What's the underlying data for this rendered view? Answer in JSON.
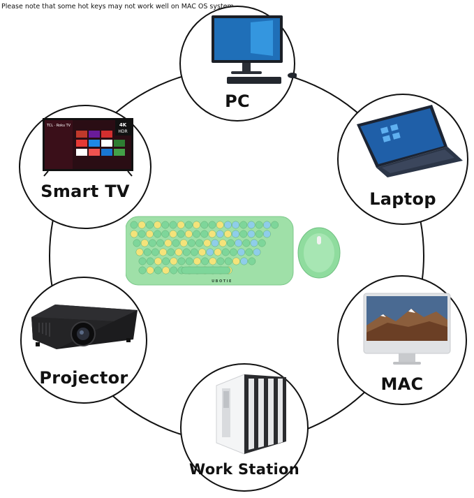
{
  "note": "Please note that some hot keys may not work well on MAC OS system.",
  "devices": {
    "pc": "PC",
    "laptop": "Laptop",
    "mac": "MAC",
    "workstation": "Work Station",
    "projector": "Projector",
    "smart_tv": "Smart TV"
  },
  "keyboard": {
    "brand": "UBOTIE"
  },
  "tv": {
    "brand": "TCL · Roku TV",
    "badge_4k": "4K",
    "badge_hdr": "HDR"
  },
  "colors": {
    "keyboard_body": "#9fe0a8",
    "key_green": "#7ed69a",
    "key_yellow": "#f4e37a",
    "key_blue": "#8fcde9",
    "mouse_body": "#8fdc9e"
  }
}
